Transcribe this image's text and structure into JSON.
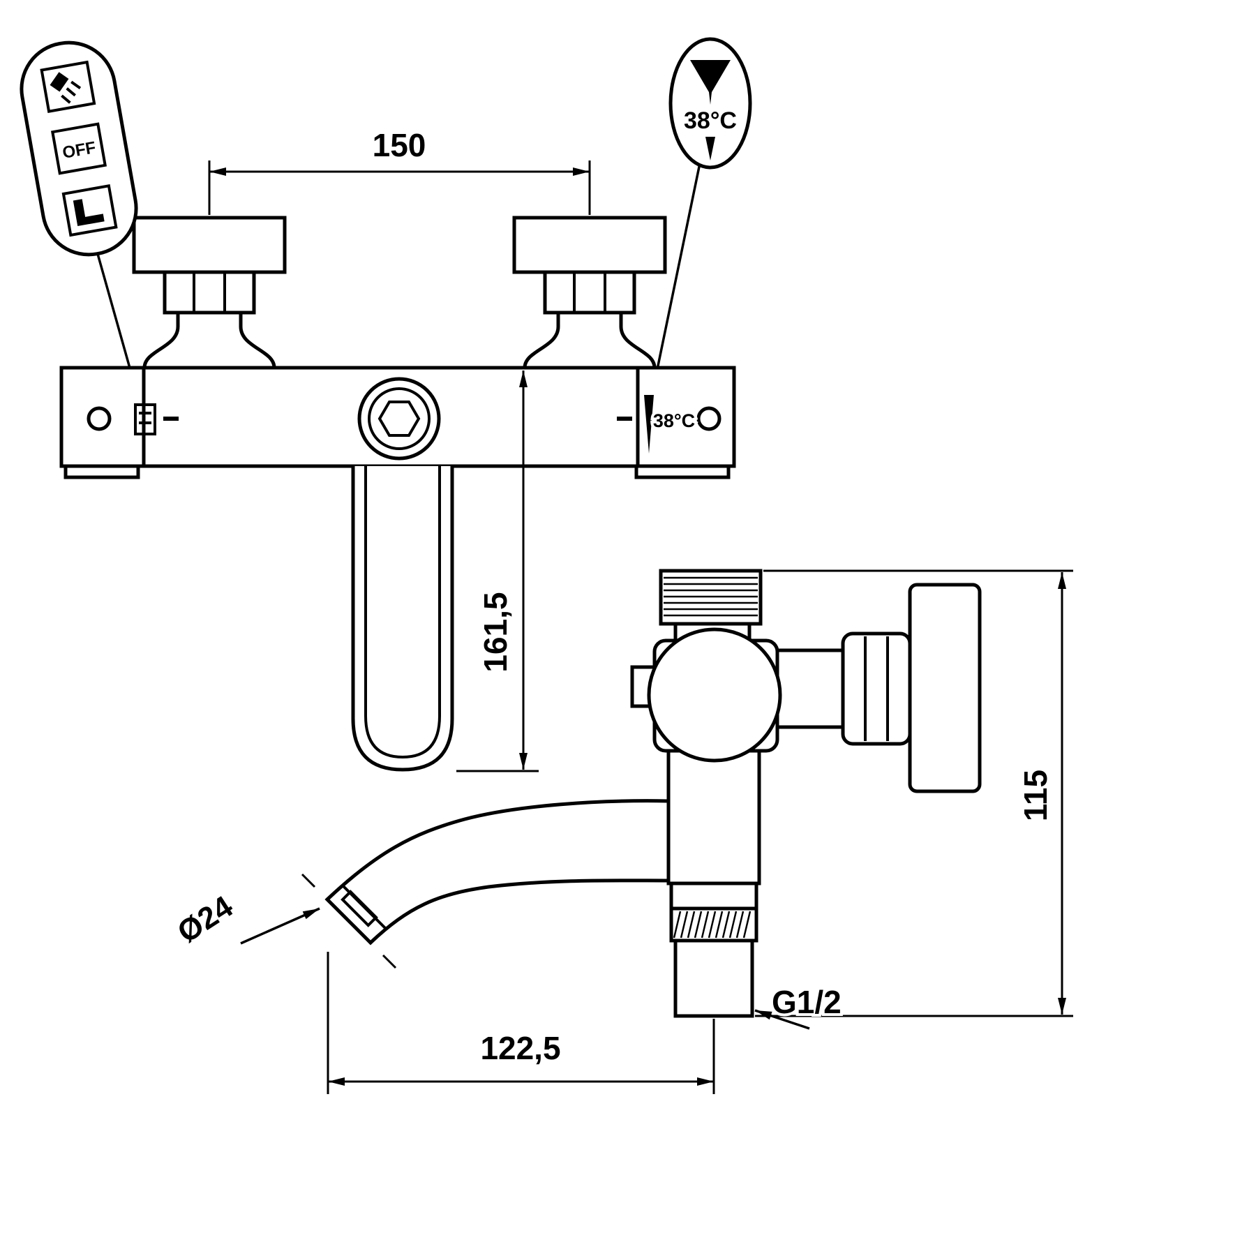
{
  "colors": {
    "line": "#000000",
    "background": "#ffffff"
  },
  "dimensions": {
    "handle_spacing": "150",
    "spout_drop": "161,5",
    "side_height": "115",
    "spout_reach": "122,5",
    "aerator_diameter": "Ø24",
    "thread_size": "G1/2"
  },
  "callouts": {
    "mode_selector": {
      "off_label": "OFF",
      "icons": [
        "shower-head-icon",
        "off-label",
        "tub-spout-icon"
      ]
    },
    "temperature": {
      "label": "38°C"
    }
  },
  "body_markings": {
    "temperature": "38°C"
  }
}
